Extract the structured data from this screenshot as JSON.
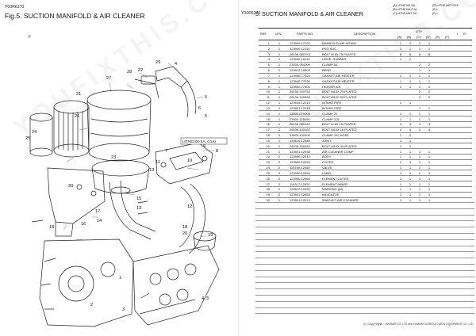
{
  "left_page": {
    "model_code": "Y00R6270",
    "fig_title": "Fig.5.  SUCTION MANIFOLD & AIR CLEANER",
    "fig_mark": "F",
    "variant_label": "(4TNE106-SA, G1A)",
    "callouts": [
      "1",
      "2",
      "3",
      "4",
      "5",
      "6",
      "7",
      "8",
      "9",
      "10",
      "11",
      "12",
      "13",
      "14",
      "15",
      "16",
      "17",
      "18",
      "19",
      "20",
      "21",
      "22",
      "23",
      "24",
      "25",
      "26",
      "27",
      "28",
      "29",
      "30",
      "4 ,5",
      "18"
    ]
  },
  "right_page": {
    "model_code": "Y00R6270",
    "section_title": "5.  SUCTION MANIFOLD & AIR CLEANER",
    "model_legend": [
      "(A)=4TNE106-SA",
      "(B)=4TNE106-G1A",
      "(C)=4TNE106T-SA",
      "(D)=4TNE106T-G1A",
      "(E)=",
      "(F)="
    ],
    "headers": {
      "ref": "REF.",
      "lev": "LEV.",
      "part_no": "PARTS NO.",
      "description": "DESCRIPTION",
      "qty": "QTY",
      "i": "I",
      "r": "R",
      "qty_cols": [
        "(A)",
        "(B)",
        "(C)",
        "(D)",
        "(E)",
        "(F)"
      ]
    },
    "parts": [
      {
        "ref": "1",
        "lev": "1",
        "part": "123900-12100",
        "desc": "MANIFOLD,AIR INTAKE",
        "q": [
          "1",
          "1",
          "1",
          "1"
        ]
      },
      {
        "ref": "2",
        "lev": "1",
        "part": "123900-12110",
        "desc": "PKG,SUC.",
        "q": [
          "1",
          "1",
          "1",
          "1"
        ]
      },
      {
        "ref": "3",
        "lev": "1",
        "part": "26106-080752",
        "desc": "BOLT M 8X 75 PLATED",
        "q": [
          "8",
          "8",
          "8",
          "8"
        ]
      },
      {
        "ref": "4",
        "lev": "1",
        "part": "123900-18141",
        "desc": "HOSE, RUBBER",
        "q": [
          "1",
          "1",
          "",
          ""
        ]
      },
      {
        "ref": "5",
        "lev": "1",
        "part": "23000-054000",
        "desc": "CLAMP 54",
        "q": [
          "",
          "",
          "2",
          "2"
        ]
      },
      {
        "ref": "6",
        "lev": "1",
        "part": "123912-18300",
        "desc": "BEND",
        "q": [
          "",
          "",
          "1",
          "1"
        ]
      },
      {
        "ref": "7",
        "lev": "1",
        "part": "123900-77020",
        "desc": "GASKET,AIR HEATER",
        "q": [
          "1",
          "1",
          "1",
          "1"
        ]
      },
      {
        "ref": "8",
        "lev": "1",
        "part": "123900-77030",
        "desc": "GASKET,AIR HEATER",
        "q": [
          "1",
          "1",
          "1",
          "1"
        ]
      },
      {
        "ref": "9",
        "lev": "1",
        "part": "123900-77500",
        "desc": "HEATER AIR",
        "q": [
          "1",
          "1",
          "1",
          "1"
        ]
      },
      {
        "ref": "10",
        "lev": "1",
        "part": "26106-100752",
        "desc": "BOLT M10X 75 PLATED",
        "q": [
          "",
          "",
          "2",
          "2"
        ]
      },
      {
        "ref": "11",
        "lev": "1",
        "part": "26106-100952",
        "desc": "BOLT M10X 95 PLATED",
        "q": [
          "",
          "",
          "2",
          "2"
        ]
      },
      {
        "ref": "12",
        "lev": "1",
        "part": "123915-12210",
        "desc": "INTAKE PIPE",
        "q": [
          "1",
          "1",
          "",
          ""
        ]
      },
      {
        "ref": "13",
        "lev": "1",
        "part": "123901-12210",
        "desc": "INTAKE PIPE",
        "q": [
          "",
          "",
          "1",
          "1"
        ]
      },
      {
        "ref": "14",
        "lev": "1",
        "part": "23000-070000",
        "desc": "CLAMP 70",
        "q": [
          "1",
          "1",
          "1",
          "1"
        ]
      },
      {
        "ref": "15",
        "lev": "1",
        "part": "23000-115000",
        "desc": "CLAMP 115",
        "q": [
          "1",
          "1",
          "1",
          "1"
        ]
      },
      {
        "ref": "16",
        "lev": "1",
        "part": "26106-080162",
        "desc": "BOLT M 8X 16 PLATED",
        "q": [
          "4",
          "4",
          "4",
          "4"
        ]
      },
      {
        "ref": "17",
        "lev": "1",
        "part": "26106-100162",
        "desc": "BOLT M10X 16 PLATED",
        "q": [
          "4",
          "4",
          "4",
          "4"
        ]
      },
      {
        "ref": "18",
        "lev": "1",
        "part": "23000-102000",
        "desc": "CLAMP 102,HOSE",
        "q": [
          "1",
          "1",
          "",
          ""
        ]
      },
      {
        "ref": "19",
        "lev": "1",
        "part": "124610-12580",
        "desc": "JOINT",
        "q": [
          "1",
          "1",
          "",
          ""
        ]
      },
      {
        "ref": "20",
        "lev": "1",
        "part": "26106-100452",
        "desc": "BOLT M10X 45 PLATED",
        "q": [
          "1",
          "1",
          "",
          ""
        ]
      },
      {
        "ref": "21",
        "lev": "1",
        "part": "123901-12530",
        "desc": "AIR CLEANER COMP",
        "q": [
          "1",
          "1",
          "1",
          "1"
        ]
      },
      {
        "ref": "22",
        "lev": "2",
        "part": "123950-12510",
        "desc": "BODY",
        "q": [
          "1",
          "1",
          "1",
          "1"
        ]
      },
      {
        "ref": "23",
        "lev": "2",
        "part": "123950-12520",
        "desc": "COVER",
        "q": [
          "1",
          "1",
          "1",
          "1"
        ]
      },
      {
        "ref": "24",
        "lev": "2",
        "part": "119160-12540",
        "desc": "VALVE",
        "q": [
          "1",
          "1",
          "1",
          "1"
        ]
      },
      {
        "ref": "25",
        "lev": "2",
        "part": "123950-12550",
        "desc": "LABEL",
        "q": [
          "1",
          "1",
          "1",
          "1"
        ]
      },
      {
        "ref": "26",
        "lev": "2",
        "part": "123950-12560",
        "desc": "ELEMENT,OUTER",
        "q": [
          "1",
          "1",
          "1",
          "1"
        ]
      },
      {
        "ref": "27",
        "lev": "2",
        "part": "119317-12570",
        "desc": "ELEMENT,INNER",
        "q": [
          "1",
          "1",
          "1",
          "1"
        ]
      },
      {
        "ref": "28",
        "lev": "2",
        "part": "129612-12650",
        "desc": "MARKING,(W)",
        "q": [
          "1",
          "1",
          "1",
          "1"
        ]
      },
      {
        "ref": "29",
        "lev": "2",
        "part": "123901-12660",
        "desc": "INDICATOR",
        "q": [
          "1",
          "1",
          "1",
          "1"
        ]
      },
      {
        "ref": "30",
        "lev": "1",
        "part": "123901-12570",
        "desc": "0BACKET,AIR CLEANER",
        "q": [
          "1",
          "1",
          "1",
          "1"
        ]
      }
    ],
    "copyright": "(C) Copy Rights : YANMAR CO.,LTD and YANMAR AGRICULTURAL EQUIPMENT CO.,LTD"
  },
  "watermark": "YOUFIXTHIS.COM"
}
